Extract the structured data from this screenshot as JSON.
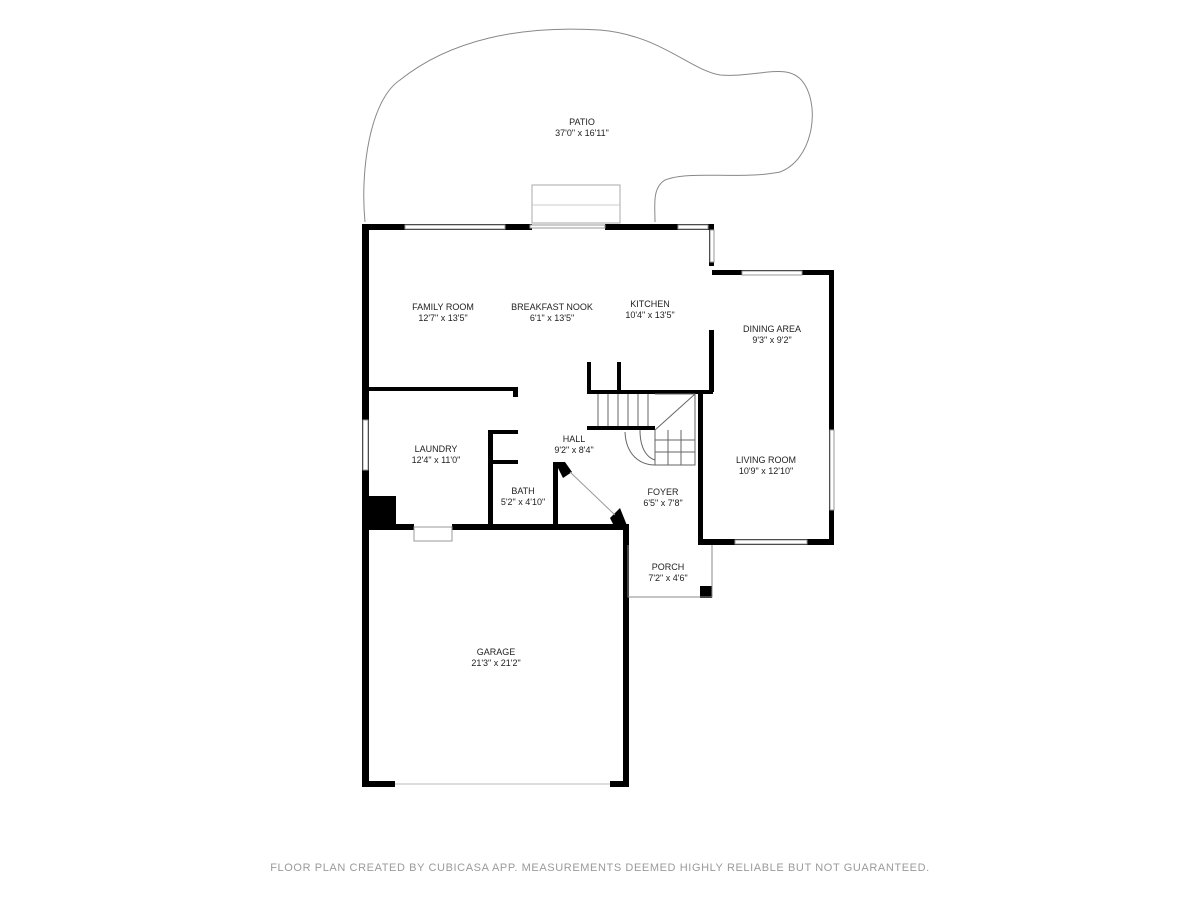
{
  "rooms": [
    {
      "name": "PATIO",
      "size": "37'0\" x 16'11\""
    },
    {
      "name": "FAMILY ROOM",
      "size": "12'7\" x 13'5\""
    },
    {
      "name": "BREAKFAST NOOK",
      "size": "6'1\" x 13'5\""
    },
    {
      "name": "KITCHEN",
      "size": "10'4\" x 13'5\""
    },
    {
      "name": "DINING AREA",
      "size": "9'3\" x 9'2\""
    },
    {
      "name": "LAUNDRY",
      "size": "12'4\" x 11'0\""
    },
    {
      "name": "HALL",
      "size": "9'2\" x 8'4\""
    },
    {
      "name": "LIVING ROOM",
      "size": "10'9\" x 12'10\""
    },
    {
      "name": "BATH",
      "size": "5'2\" x 4'10\""
    },
    {
      "name": "FOYER",
      "size": "6'5\" x 7'8\""
    },
    {
      "name": "PORCH",
      "size": "7'2\" x 4'6\""
    },
    {
      "name": "GARAGE",
      "size": "21'3\" x 21'2\""
    }
  ],
  "footer": "FLOOR PLAN CREATED BY CUBICASA APP. MEASUREMENTS DEEMED HIGHLY RELIABLE BUT NOT GUARANTEED."
}
